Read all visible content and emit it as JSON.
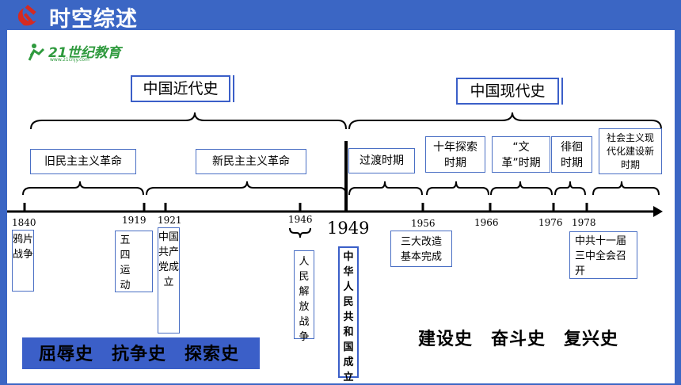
{
  "header": {
    "title": "时空综述"
  },
  "brand": {
    "text": "21世纪教育",
    "sub": "www.21cnjy.com"
  },
  "eras": {
    "modern": "中国近代史",
    "contemporary": "中国现代史"
  },
  "revolutions": {
    "old": "旧民主主义革命",
    "new": "新民主主义革命"
  },
  "periods": {
    "transition": "过渡时期",
    "explore": "十年探索时期",
    "cr": "“文革”时期",
    "hesitation": "徘徊时期",
    "socialist": "社会主义现代化建设新时期"
  },
  "years": {
    "y1840": "1840",
    "y1919": "1919",
    "y1921": "1921",
    "y1946": "1946",
    "y1949": "1949",
    "y1956": "1956",
    "y1966": "1966",
    "y1976": "1976",
    "y1978": "1978"
  },
  "events": {
    "opium": "鸦片战争",
    "may4": "五四运动",
    "cpc": "中国共产党成立",
    "liberation": "人民解放战争",
    "prc": "中华人民共和国成立",
    "reform": "三大改造基本完成",
    "plenum": "中共十一届三中全会召开"
  },
  "bands": {
    "left": "屈辱史　抗争史　探索史",
    "right": "建设史　奋斗史　复兴史"
  },
  "colors": {
    "header_bg": "#3b66c4",
    "band_bg": "#3b5fc8",
    "border": "#3b5fc8",
    "logo_red": "#d52a21"
  }
}
